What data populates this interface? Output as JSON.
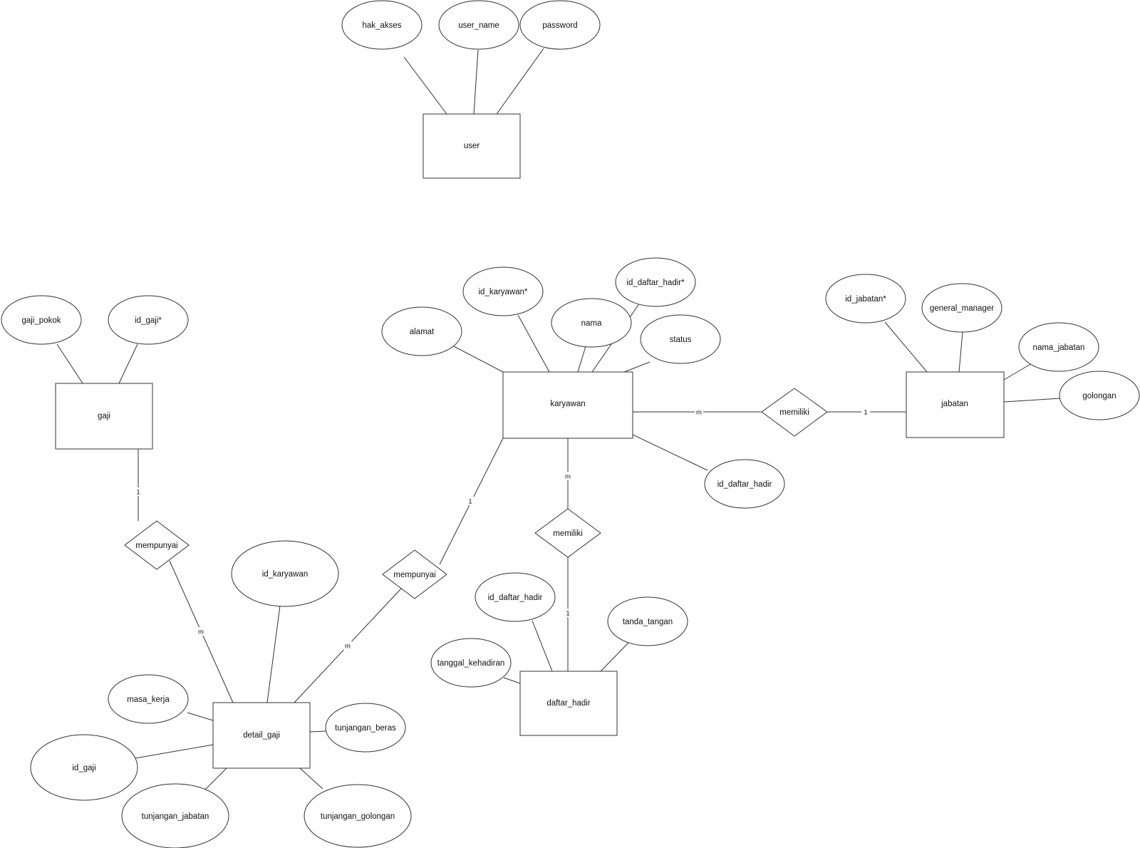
{
  "entities": {
    "user": "user",
    "gaji": "gaji",
    "karyawan": "karyawan",
    "jabatan": "jabatan",
    "detail_gaji": "detail_gaji",
    "daftar_hadir": "daftar_hadir"
  },
  "attributes": {
    "hak_akses": "hak_akses",
    "user_name": "user_name",
    "password": "password",
    "gaji_pokok": "gaji_pokok",
    "id_gaji_key": "id_gaji*",
    "id_karyawan_key": "id_karyawan*",
    "id_daftar_hadir_key": "id_daftar_hadir*",
    "alamat": "alamat",
    "nama": "nama",
    "status": "status",
    "id_daftar_hadir_karyawan": "id_daftar_hadir",
    "id_jabatan_key": "id_jabatan*",
    "general_manager": "general_manager",
    "nama_jabatan": "nama_jabatan",
    "golongan": "golongan",
    "id_karyawan": "id_karyawan",
    "masa_kerja": "masa_kerja",
    "id_gaji": "id_gaji",
    "tunjangan_beras": "tunjangan_beras",
    "tunjangan_jabatan": "tunjangan_jabatan",
    "tunjangan_golongan": "tunjangan_golongan",
    "id_daftar_hadir_hadir": "id_daftar_hadir",
    "tanda_tangan": "tanda_tangan",
    "tanggal_kehadiran": "tanggal_kehadiran"
  },
  "relationships": {
    "memiliki_jabatan": "memiliki",
    "memiliki_hadir": "memiliki",
    "mempunyai_gaji": "mempunyai",
    "mempunyai_karyawan": "mempunyai"
  },
  "cardinalities": {
    "karyawan_memiliki": "m",
    "memiliki_jabatan": "1",
    "karyawan_memiliki_hadir": "m",
    "memiliki_daftar_hadir": "1",
    "gaji_mempunyai": "1",
    "mempunyai_detail_gaji_left": "m",
    "karyawan_mempunyai": "1",
    "mempunyai_detail_gaji_right": "m"
  }
}
